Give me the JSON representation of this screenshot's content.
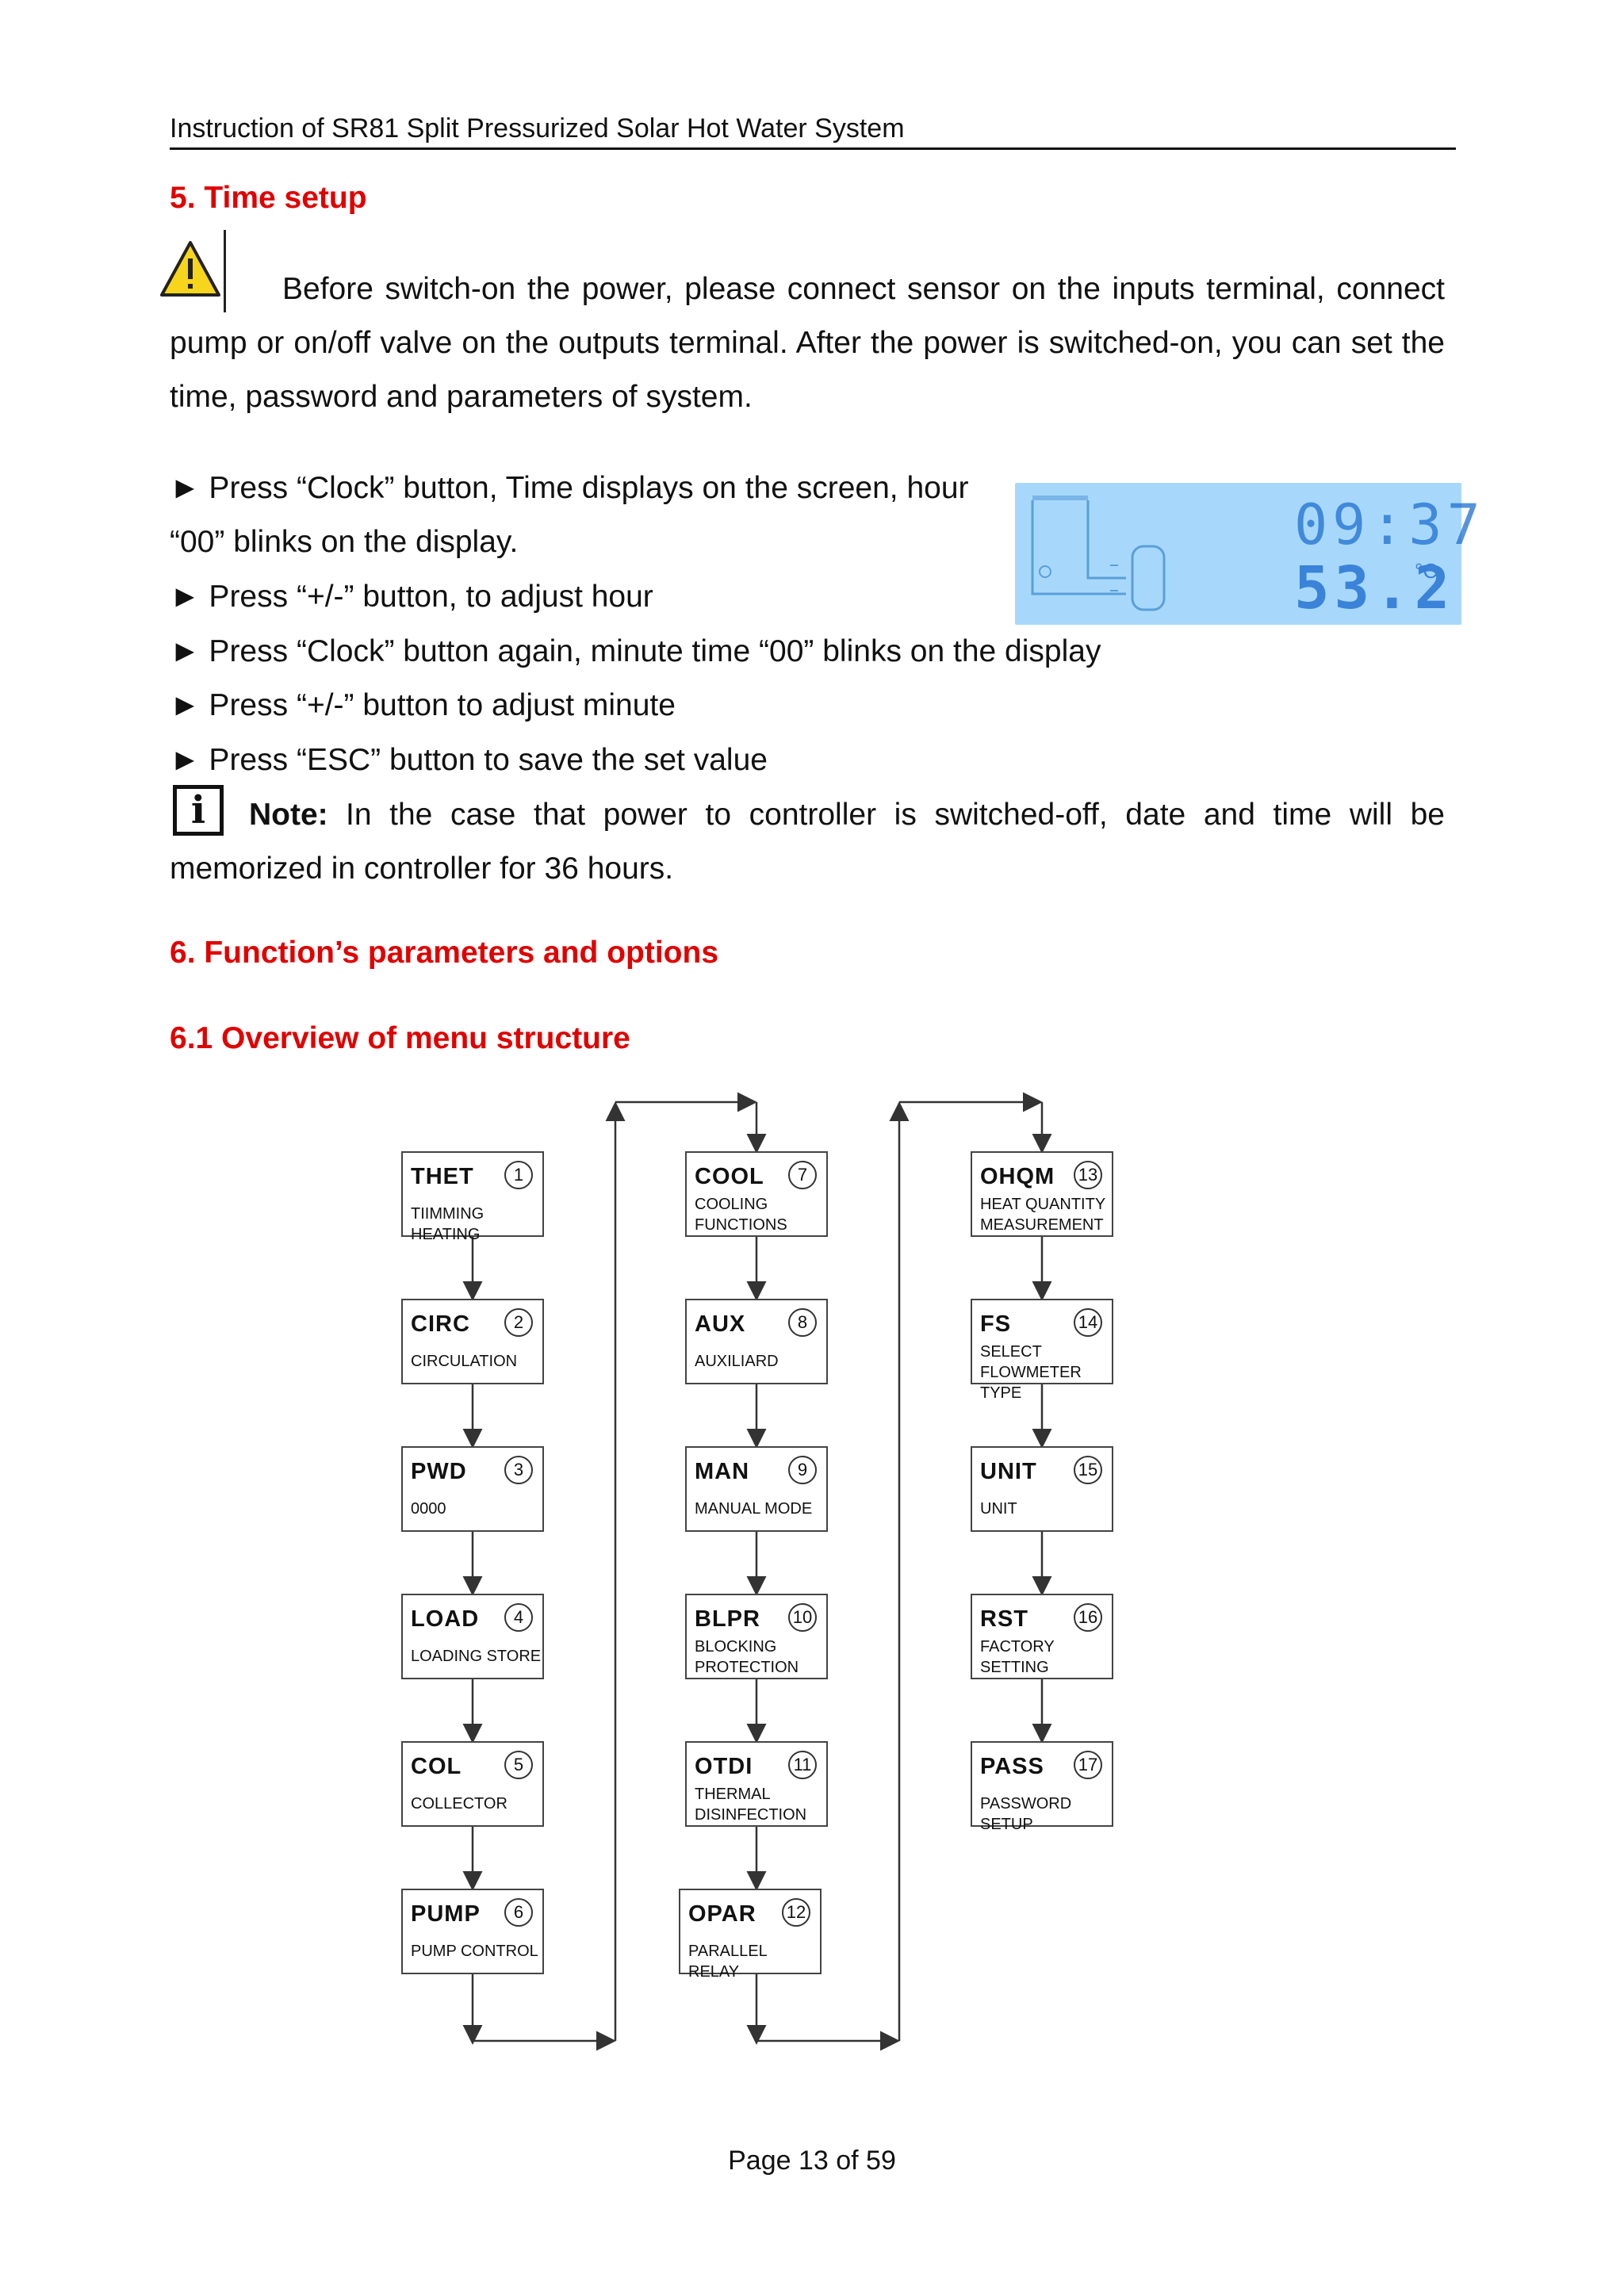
{
  "header": {
    "title": "Instruction of SR81 Split Pressurized Solar Hot Water System"
  },
  "section5": {
    "heading": "5. Time setup",
    "warning_icon": "warning-triangle-icon",
    "intro_line1": "Before switch-on the power, please connect sensor on the inputs terminal, connect",
    "intro_line2": "pump or on/off valve on the outputs terminal. After the power is switched-on, you can set the",
    "intro_line3": "time, password and parameters of system.",
    "steps": [
      "► Press “Clock” button, Time displays on the screen, hour",
      "“00” blinks on the display.",
      "► Press “+/-” button, to adjust hour",
      "► Press “Clock” button again, minute time “00” blinks on the display",
      "► Press “+/-” button to adjust minute",
      "► Press “ESC” button to save the set value"
    ],
    "display": {
      "time": "09:37",
      "temperature": "53.2",
      "unit": "°C"
    },
    "note_icon": "info-icon",
    "note_label": "Note:",
    "note_line1": "In the case that power to controller is switched-off, date and time will be",
    "note_line2": "memorized in controller for 36 hours."
  },
  "section6": {
    "heading": "6. Function’s parameters and options",
    "subheading": "6.1 Overview of menu structure"
  },
  "menu": {
    "col1": [
      {
        "code": "THET",
        "num": "1",
        "desc": "TIIMMING HEATING"
      },
      {
        "code": "CIRC",
        "num": "2",
        "desc": "CIRCULATION"
      },
      {
        "code": "PWD",
        "num": "3",
        "desc": "0000"
      },
      {
        "code": "LOAD",
        "num": "4",
        "desc": "LOADING STORE"
      },
      {
        "code": "COL",
        "num": "5",
        "desc": "COLLECTOR"
      },
      {
        "code": "PUMP",
        "num": "6",
        "desc": "PUMP CONTROL"
      }
    ],
    "col2": [
      {
        "code": "COOL",
        "num": "7",
        "desc1": "COOLING",
        "desc2": "FUNCTIONS"
      },
      {
        "code": "AUX",
        "num": "8",
        "desc1": "AUXILIARD",
        "desc2": ""
      },
      {
        "code": "MAN",
        "num": "9",
        "desc1": "MANUAL MODE",
        "desc2": ""
      },
      {
        "code": "BLPR",
        "num": "10",
        "desc1": "BLOCKING",
        "desc2": "PROTECTION"
      },
      {
        "code": "OTDI",
        "num": "11",
        "desc1": "THERMAL",
        "desc2": "DISINFECTION"
      },
      {
        "code": "OPAR",
        "num": "12",
        "desc1": "PARALLEL RELAY",
        "desc2": ""
      }
    ],
    "col3": [
      {
        "code": "OHQM",
        "num": "13",
        "desc1": "HEAT QUANTITY",
        "desc2": "MEASUREMENT"
      },
      {
        "code": "FS",
        "num": "14",
        "desc1": "SELECT",
        "desc2": "FLOWMETER TYPE"
      },
      {
        "code": "UNIT",
        "num": "15",
        "desc1": "UNIT",
        "desc2": ""
      },
      {
        "code": "RST",
        "num": "16",
        "desc1": "FACTORY",
        "desc2": "SETTING"
      },
      {
        "code": "PASS",
        "num": "17",
        "desc1": "PASSWORD SETUP",
        "desc2": ""
      }
    ]
  },
  "footer": {
    "page": "Page 13 of 59"
  }
}
